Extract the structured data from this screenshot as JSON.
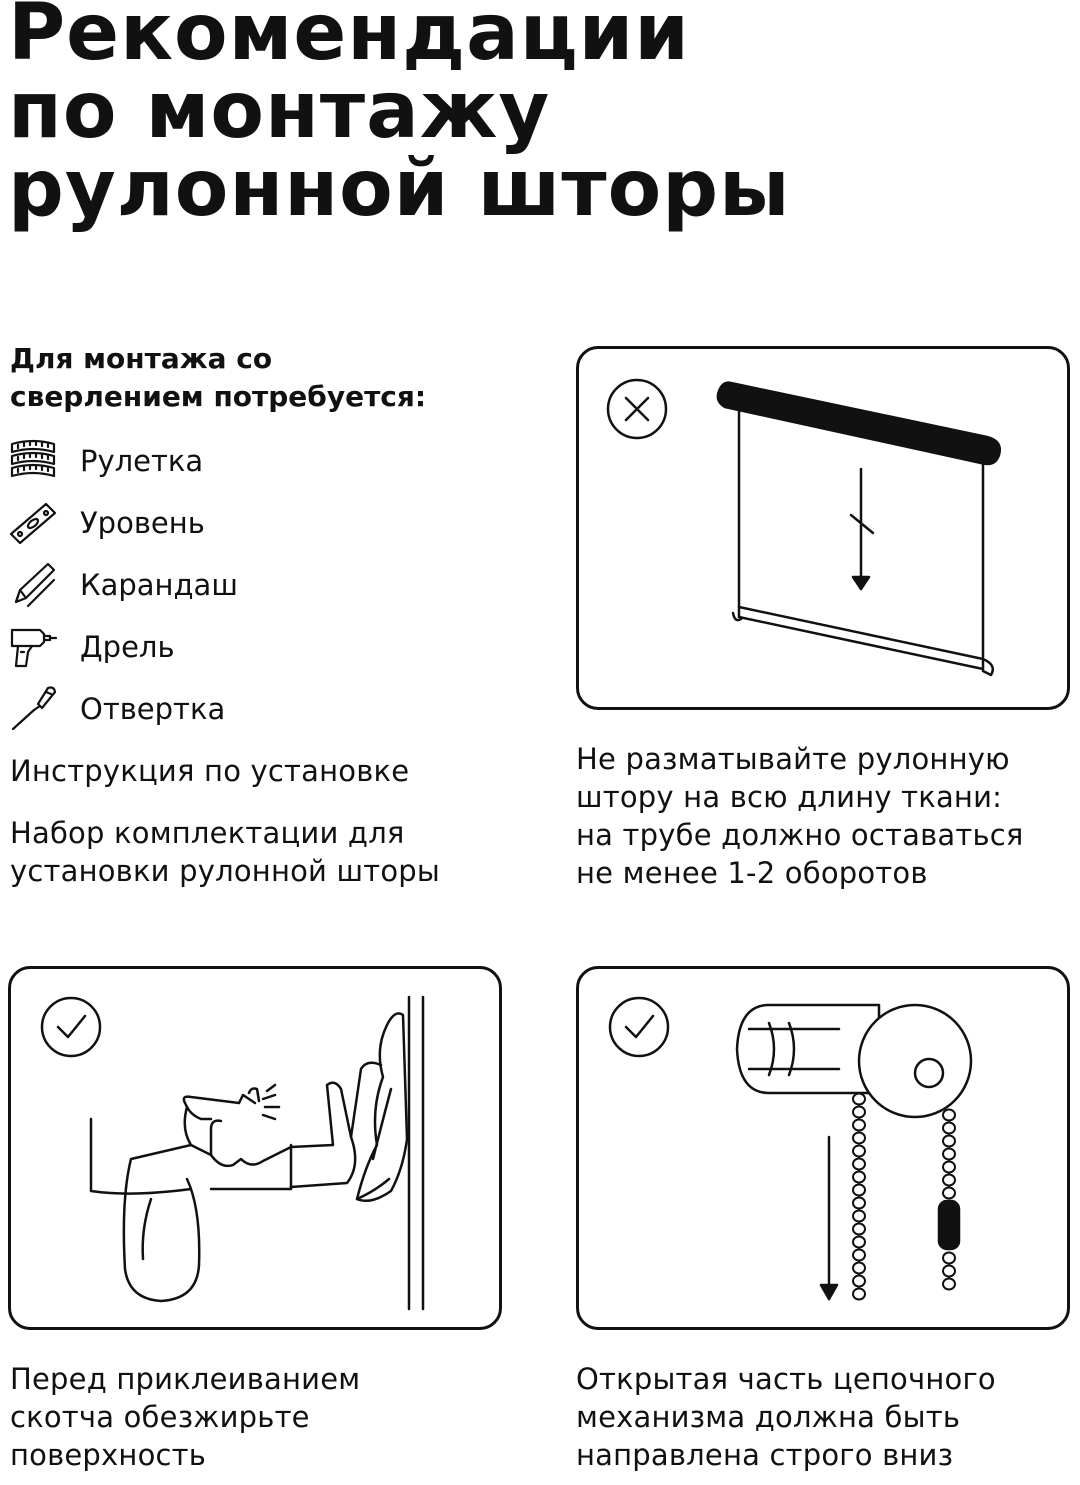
{
  "title": {
    "line1": "Рекомендации",
    "line2": "по монтажу",
    "line3": "рулонной шторы"
  },
  "requirements": {
    "heading_line1": "Для монтажа со",
    "heading_line2": "сверлением потребуется:",
    "tools": [
      {
        "label": "Рулетка",
        "icon": "tape-measure-icon"
      },
      {
        "label": "Уровень",
        "icon": "level-icon"
      },
      {
        "label": "Карандаш",
        "icon": "pencil-icon"
      },
      {
        "label": "Дрель",
        "icon": "drill-icon"
      },
      {
        "label": "Отвертка",
        "icon": "screwdriver-icon"
      }
    ],
    "instruction": "Инструкция по установке",
    "kit_line1": "Набор комплектации для",
    "kit_line2": "установки рулонной шторы"
  },
  "panels": [
    {
      "status": "wrong",
      "status_icon": "cross-circle-icon",
      "illustration": "roller-blind-unroll-icon",
      "caption_lines": [
        "Не разматывайте рулонную",
        "штору на всю длину ткани:",
        "на трубе должно оставаться",
        "не менее 1-2 оборотов"
      ]
    },
    {
      "status": "correct",
      "status_icon": "check-circle-icon",
      "illustration": "hand-cleaning-surface-icon",
      "caption_lines": [
        "Перед приклеиванием",
        "скотча обезжирьте",
        "поверхность"
      ]
    },
    {
      "status": "correct",
      "status_icon": "check-circle-icon",
      "illustration": "chain-mechanism-icon",
      "caption_lines": [
        "Открытая часть цепочного",
        "механизма должна быть",
        "направлена строго вниз"
      ]
    }
  ],
  "colors": {
    "ink": "#111111",
    "background": "#ffffff"
  }
}
